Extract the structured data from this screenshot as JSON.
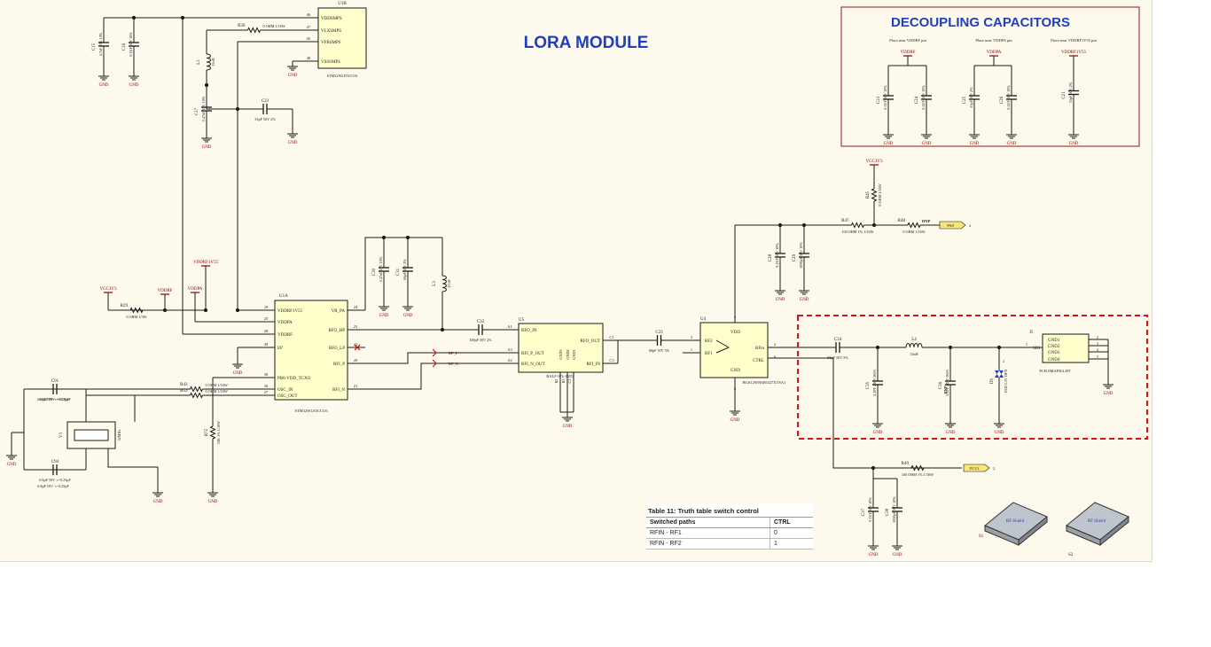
{
  "title": "LORA MODULE",
  "decoupling": {
    "title": "DECOUPLING CAPACITORS",
    "notes": [
      "Place near VDDRF pin",
      "Place near VDDPA pin",
      "Place near VDDRF1V55 pin"
    ],
    "nets": [
      "VDDRF",
      "VDDPA",
      "VDDRF1V55"
    ],
    "caps": [
      {
        "ref": "C23",
        "value": "0.1UF 50V 10%"
      },
      {
        "ref": "C24",
        "value": "0.1UF 50V 10%"
      },
      {
        "ref": "C25",
        "value": "33pF 50V 2%"
      },
      {
        "ref": "C26",
        "value": "0.1UF 50V 10%"
      },
      {
        "ref": "C21",
        "value": "33pF 50V 2%"
      }
    ]
  },
  "u1b": {
    "ref": "U1B",
    "part": "STM32WLE5CCU6",
    "pins": [
      {
        "num": "46",
        "name": "VDDSMPS"
      },
      {
        "num": "47",
        "name": "VLXSMPS"
      },
      {
        "num": "45",
        "name": "VFBSMPS"
      },
      {
        "num": "48",
        "name": "VSSSMPS"
      }
    ]
  },
  "u1a": {
    "ref": "U1A",
    "part": "STM32WLE5CCU6",
    "left_pins": [
      {
        "num": "29",
        "name": "VDDRF1V55"
      },
      {
        "num": "25",
        "name": "VDDPA"
      },
      {
        "num": "28",
        "name": "VDDRF"
      },
      {
        "num": "49",
        "name": "EP"
      },
      {
        "num": "30",
        "name": "PB0-VDD_TCXO"
      },
      {
        "num": "26",
        "name": "OSC_IN"
      },
      {
        "num": "27",
        "name": "OSC_OUT"
      }
    ],
    "right_pins": [
      {
        "num": "24",
        "name": "VR_PA"
      },
      {
        "num": "23",
        "name": "RFO_HP"
      },
      {
        "num": "22",
        "name": "RFO_LP"
      },
      {
        "num": "20",
        "name": "RFI_P"
      },
      {
        "num": "21",
        "name": "RFI_N"
      }
    ]
  },
  "u5": {
    "ref": "U5",
    "part": "BALF-WL-02D3",
    "left_pins": [
      {
        "num": "A1",
        "name": "RFO_IN"
      },
      {
        "num": "A3",
        "name": "RFI_P_OUT"
      },
      {
        "num": "A2",
        "name": "RFI_N_OUT"
      }
    ],
    "right_pins": [
      {
        "num": "C1",
        "name": "RFO_OUT"
      },
      {
        "num": "C3",
        "name": "RFI_IN"
      }
    ],
    "gnd_pins": [
      "GND3",
      "GND2",
      "GND1"
    ],
    "gnd_nums": [
      "B2",
      "B3",
      "C2"
    ]
  },
  "u4": {
    "ref": "U4",
    "part": "BGS12WN6E6327XTSA1",
    "pins": [
      {
        "num": "3",
        "name": "RF2"
      },
      {
        "num": "1",
        "name": "RF1"
      },
      {
        "num": "4",
        "name": "VDD"
      },
      {
        "num": "2",
        "name": "RFin"
      },
      {
        "num": "6",
        "name": "CTRL"
      },
      {
        "num": "5",
        "name": "GND"
      }
    ]
  },
  "j5": {
    "ref": "J5",
    "part": "PCB.SMAFRA.HT",
    "pins": [
      {
        "num": "1",
        "name": "SIG"
      },
      {
        "num": "2",
        "name": "GND1"
      },
      {
        "num": "3",
        "name": "GND2"
      },
      {
        "num": "4",
        "name": "GND3"
      },
      {
        "num": "5",
        "name": "GND4"
      }
    ]
  },
  "parts": {
    "C15": {
      "ref": "C15",
      "value": "4.7uF 10V 10%"
    },
    "C16": {
      "ref": "C16",
      "value": "0.1UF 50V 10%"
    },
    "R36": {
      "ref": "R36",
      "value": "0 OHM 1/16W"
    },
    "L1": {
      "ref": "L1",
      "value": "15nH"
    },
    "C17": {
      "ref": "C17",
      "value": "0.47uF 10V 10%"
    },
    "C22": {
      "ref": "C22",
      "value": "33pF 50V 2%"
    },
    "C30": {
      "ref": "C30",
      "value": "0.47uF 25V 10%"
    },
    "C31": {
      "ref": "C31",
      "value": "68pF 50V 2%"
    },
    "L3": {
      "ref": "L3",
      "value": "47nH"
    },
    "C32": {
      "ref": "C32",
      "value": "100pF 50V 2%"
    },
    "C33": {
      "ref": "C33",
      "value": "68pF 50V 5%"
    },
    "R29": {
      "ref": "R29",
      "value": "0 OHM 1/3W"
    },
    "C91": {
      "ref": "C91",
      "value": "6.8pF 50V +/-0.25pF"
    },
    "C94": {
      "ref": "C94",
      "value": "6.8pF 50V +/-0.25pF"
    },
    "R43": {
      "ref": "R43",
      "value": "0 OHM 1/16W"
    },
    "R53": {
      "ref": "R53",
      "value": "0 OHM 1/16W"
    },
    "R72": {
      "ref": "R72",
      "value": "10K 1% 1/16W"
    },
    "Y3": {
      "ref": "Y3",
      "value": "32MHz"
    },
    "R45": {
      "ref": "R45",
      "value": "0 OHM 1/16W"
    },
    "R47": {
      "ref": "R47",
      "value": "100 OHM 1% 1/16W"
    },
    "R48": {
      "ref": "R48",
      "value": "0 OHM 1/16W"
    },
    "C28": {
      "ref": "C28",
      "value": "0.1UF 50V 10%"
    },
    "C29": {
      "ref": "C29",
      "value": "1000pF 50V 10%"
    },
    "C34": {
      "ref": "C34",
      "value": "68pF 50V 5%"
    },
    "L4": {
      "ref": "L4",
      "value": "33nH"
    },
    "C35": {
      "ref": "C35",
      "value": "2.2PF 250V 0603"
    },
    "C36": {
      "ref": "C36",
      "value": "5.6PF 250V 0603"
    },
    "D9": {
      "ref": "D9",
      "value": "ESD 3.3V DFN"
    },
    "R49": {
      "ref": "R49",
      "value": "100 OHM 1% 1/16W"
    },
    "C37": {
      "ref": "C37",
      "value": "0.1UF 50V 10%"
    },
    "C38": {
      "ref": "C38",
      "value": "1000pF 50V 10%"
    }
  },
  "nets": {
    "gnd": "GND",
    "vcc3v3": "VCC3V3",
    "vddrf": "VDDRF",
    "vddpa": "VDDPA",
    "vddrf1v55": "VDDRF1V55",
    "rf_p": "RF_P",
    "rf_n": "RF_N",
    "pa8": "PA8",
    "pc13": "PC13",
    "dnp": "DNP",
    "one": "1",
    "two": "2"
  },
  "shields": [
    {
      "ref": "S1",
      "label": "RF Shield"
    },
    {
      "ref": "S2",
      "label": "RF Shield"
    }
  ],
  "truth_table": {
    "caption": "Table 11: Truth table switch control",
    "headers": [
      "Switched paths",
      "CTRL"
    ],
    "rows": [
      {
        "path": "RFIN - RF1",
        "ctrl": "0"
      },
      {
        "path": "RFIN - RF2",
        "ctrl": "1"
      }
    ]
  },
  "colors": {
    "wire": "#1a1a1a",
    "net_label": "#8b0000",
    "title": "#1f3fbf",
    "box_border": "#8b1a1a",
    "dashed_box": "#dd1111",
    "component_fill": "#ffffcc",
    "port_fill": "#f5e67a",
    "no_connect": "#dd0000"
  }
}
